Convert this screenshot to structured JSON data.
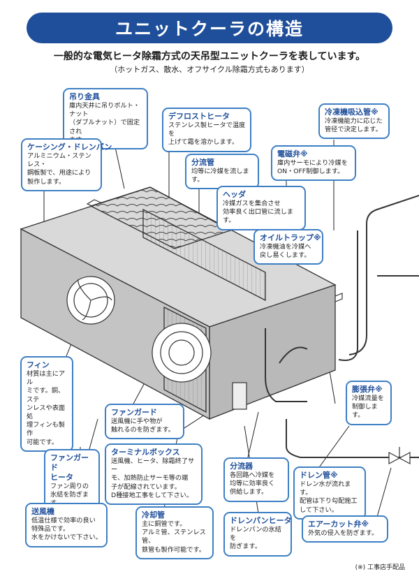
{
  "title": "ユニットクーラの構造",
  "subtitle": "一般的な電気ヒータ除霜方式の天吊型ユニットクーラを表しています。",
  "note": "（ホットガス、散水、オフサイクル除霜方式もあります）",
  "footnote": "(※) 工事店手配品",
  "colors": {
    "accent": "#1f4f9a",
    "border": "#3d7fc4"
  },
  "labels": {
    "hanger": {
      "title": "吊り金具",
      "body": "庫内天井に吊りボルト・ナット\n（ダブルナット）で固定され\nます。"
    },
    "casing": {
      "title": "ケーシング・ドレンパン",
      "body": "アルミニウム・ステンレス・\n鋼板製で、用途により\n製作します。"
    },
    "defrost": {
      "title": "デフロストヒータ",
      "body": "ステンレス製ヒータで温度を\n上げて霜を溶かします。"
    },
    "distributor_pipe": {
      "title": "分流管",
      "body": "均等に冷媒を流します。"
    },
    "suction": {
      "title": "冷凍機吸込管※",
      "body": "冷凍機能力に応じた\n管径で決定します。"
    },
    "solenoid": {
      "title": "電磁弁※",
      "body": "庫内サーモにより冷媒を\nON・OFF制御します。"
    },
    "header": {
      "title": "ヘッダ",
      "body": "冷媒ガスを集合させ\n効率良く出口管に流します。"
    },
    "oiltrap": {
      "title": "オイルトラップ※",
      "body": "冷凍機油を冷媒へ\n戻し易くします。"
    },
    "fin": {
      "title": "フィン",
      "body": "材質は主にアル\nミです。銅、ステ\nンレスや表面処\n理フィンも製作\n可能です。"
    },
    "expansion": {
      "title": "膨張弁※",
      "body": "冷媒流量を\n制御します。"
    },
    "fanguard": {
      "title": "ファンガード",
      "body": "送風機に手や物が\n触れるのを防ぎます。"
    },
    "fanguard_heater": {
      "title": "ファンガード\nヒータ",
      "body": "ファン周りの\n氷結を防ぎます。"
    },
    "terminal": {
      "title": "ターミナルボックス",
      "body": "送風機、ヒータ、除霜終了サー\nモ、加熱防止サーモ等の端\n子が配線されています。\nD種接地工事をして下さい。"
    },
    "distributor": {
      "title": "分流器",
      "body": "各回路へ冷媒を\n均等に効率良く\n供給します。"
    },
    "drain": {
      "title": "ドレン管※",
      "body": "ドレン水が流れます。\n配管は下り勾配施工\nして下さい。"
    },
    "fan": {
      "title": "送風機",
      "body": "低温仕様で効率の良い\n特殊品です。\n水をかけないで下さい。"
    },
    "cooling_pipe": {
      "title": "冷却管",
      "body": "主に銅管です。\nアルミ管、ステンレス管、\n鉄管も製作可能です。"
    },
    "drainpan_heater": {
      "title": "ドレンパンヒータ",
      "body": "ドレンパンの氷結を\n防ぎます。"
    },
    "aircut": {
      "title": "エアーカット弁※",
      "body": "外気の侵入を防ぎます。"
    }
  }
}
